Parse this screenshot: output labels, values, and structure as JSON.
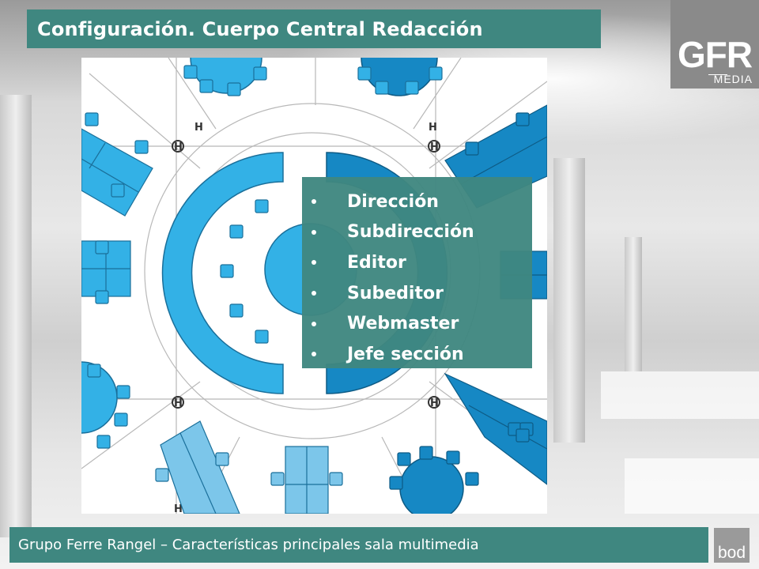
{
  "slide": {
    "title": "Configuración. Cuerpo Central Redacción",
    "footer": "Grupo Ferre Rangel – Características principales sala multimedia"
  },
  "logo": {
    "mark": "GFR",
    "sub": "MEDIA"
  },
  "corner_logo": "bod",
  "plan": {
    "markers": [
      "H",
      "H",
      "H",
      "H",
      "H",
      "H",
      "H",
      "H"
    ]
  },
  "roles": [
    "Dirección",
    "Subdirección",
    "Editor",
    "Subeditor",
    "Webmaster",
    "Jefe sección"
  ],
  "colors": {
    "accent": "#3f8780",
    "desk_blue": "#33b1e6",
    "desk_dark": "#1688c4",
    "desk_light": "#7cc6ea"
  }
}
